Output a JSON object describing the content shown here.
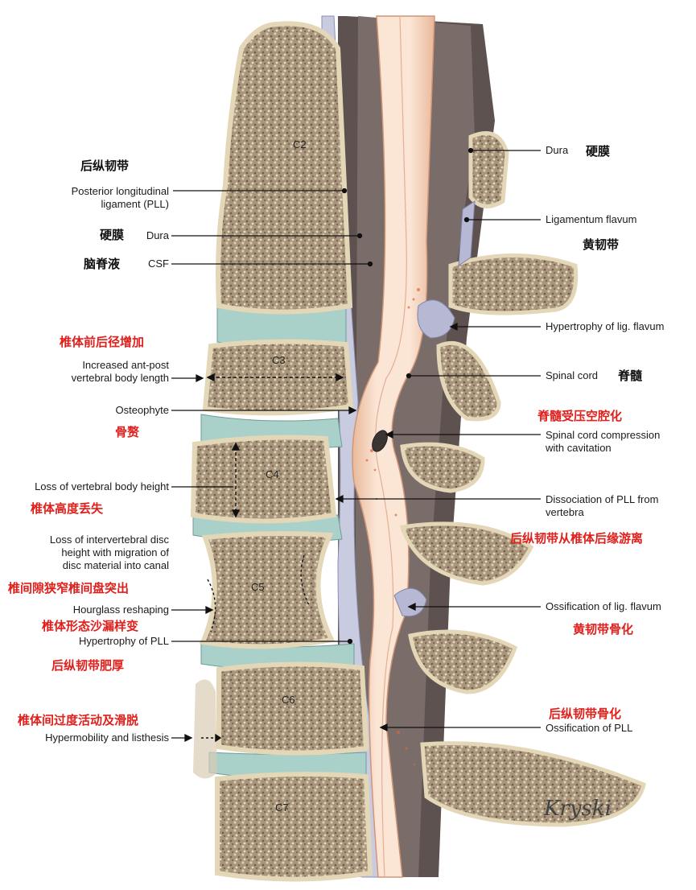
{
  "vertebrae": [
    "C2",
    "C3",
    "C4",
    "C5",
    "C6",
    "C7"
  ],
  "labels_left": {
    "pll": "Posterior longitudinal\nligament (PLL)",
    "dura": "Dura",
    "csf": "CSF",
    "ant_post": "Increased ant-post\nvertebral body length",
    "osteophyte": "Osteophyte",
    "loss_height": "Loss of vertebral body height",
    "loss_disc": "Loss of intervertebral disc\nheight with migration of\ndisc material into canal",
    "hourglass": "Hourglass reshaping",
    "hyper_pll": "Hypertrophy of PLL",
    "hypermobility": "Hypermobility and listhesis"
  },
  "labels_right": {
    "dura": "Dura",
    "lig_flavum": "Ligamentum flavum",
    "hyper_lf": "Hypertrophy of lig. flavum",
    "cord": "Spinal cord",
    "cord_comp": "Spinal cord compression\nwith cavitation",
    "dissociation": "Dissociation of PLL from\nvertebra",
    "oss_lf": "Ossification of lig. flavum",
    "oss_pll": "Ossification of PLL"
  },
  "zh_left": {
    "pll": "后纵韧带",
    "dura": "硬膜",
    "csf": "脑脊液",
    "ant_post": "椎体前后径增加",
    "osteophyte": "骨赘",
    "loss_height": "椎体高度丢失",
    "loss_disc": "椎间隙狭窄椎间盘突出",
    "hourglass": "椎体形态沙漏样变",
    "hyper_pll": "后纵韧带肥厚",
    "hypermobility": "椎体间过度活动及滑脱"
  },
  "zh_right": {
    "dura": "硬膜",
    "lig_flavum": "黄韧带",
    "cord": "脊髓",
    "cord_comp": "脊髓受压空腔化",
    "dissociation": "后纵韧带从椎体后缘游离",
    "oss_lf": "黄韧带骨化",
    "oss_pll": "后纵韧带骨化"
  },
  "signature": "Kryski",
  "colors": {
    "bone": "#e3d7b8",
    "bone_dark": "#8a7660",
    "disc": "#a9d0c9",
    "cord": "#f6dcc8",
    "dura": "#5a4e4c",
    "red_text": "#e0201c"
  }
}
